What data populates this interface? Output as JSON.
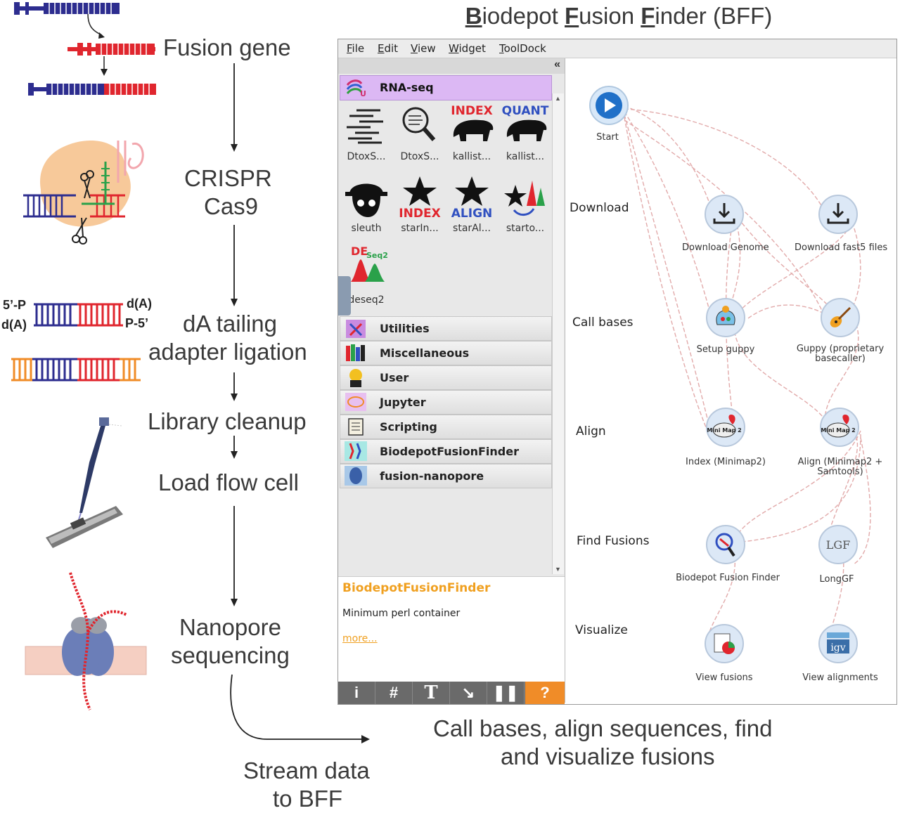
{
  "left_steps": {
    "fusion_gene": "Fusion gene",
    "crispr_1": "CRISPR",
    "crispr_2": "Cas9",
    "da_1": "dA tailing",
    "da_2": "adapter ligation",
    "cleanup": "Library cleanup",
    "flowcell": "Load flow cell",
    "nanopore_1": "Nanopore",
    "nanopore_2": "sequencing",
    "stream_1": "Stream data",
    "stream_2": "to BFF"
  },
  "dna_labels": {
    "p5_top": "5’-P",
    "da_right_top": "d(A)",
    "da_left": "d(A)",
    "p5_bottom": "P-5’"
  },
  "bff": {
    "title_parts": [
      "B",
      "iodepot ",
      "F",
      "usion ",
      "F",
      "inder (BFF)"
    ],
    "menu": [
      "File",
      "Edit",
      "View",
      "Widget",
      "ToolDock"
    ],
    "collapse_icon": "«",
    "rna_category": "RNA-seq",
    "widgets": [
      {
        "label": "DtoxS...",
        "icon": "lines-icon"
      },
      {
        "label": "DtoxS...",
        "icon": "magnifier-icon"
      },
      {
        "label": "kallist...",
        "icon": "bear-index-icon",
        "badge": "INDEX"
      },
      {
        "label": "kallist...",
        "icon": "bear-quant-icon",
        "badge": "QUANT"
      },
      {
        "label": "sleuth",
        "icon": "sleuth-icon"
      },
      {
        "label": "starIn...",
        "icon": "star-index-icon",
        "badge": "INDEX"
      },
      {
        "label": "starAl...",
        "icon": "star-align-icon",
        "badge": "ALIGN"
      },
      {
        "label": "starto...",
        "icon": "star-peaks-icon"
      },
      {
        "label": "deseq2",
        "icon": "deseq2-icon",
        "badge": "DE",
        "badge2": "Seq2"
      }
    ],
    "categories": [
      "Utilities",
      "Miscellaneous",
      "User",
      "Jupyter",
      "Scripting",
      "BiodepotFusionFinder",
      "fusion-nanopore"
    ],
    "description": {
      "title": "BiodepotFusionFinder",
      "text": "Minimum perl container",
      "more": "more..."
    },
    "toolbar": [
      "i",
      "#",
      "T",
      "↘",
      "❚❚",
      "?"
    ],
    "rows": [
      "Download",
      "Call bases",
      "Align",
      "Find Fusions",
      "Visualize"
    ],
    "nodes": {
      "start": "Start",
      "dl_genome": "Download Genome",
      "dl_fast5": "Download fast5 files",
      "setup_guppy": "Setup guppy",
      "guppy_1": "Guppy (proprietary",
      "guppy_2": "basecaller)",
      "index": "Index (Minimap2)",
      "align_1": "Align (Minimap2 +",
      "align_2": "Samtools)",
      "bff": "Biodepot Fusion Finder",
      "longgf": "LongGF",
      "longgf_icon": "LGF",
      "view_fusions": "View fusions",
      "view_alignments": "View alignments",
      "igv_icon": "igv",
      "minimap_icon": "Mini Map 2"
    }
  },
  "bottom_caption": {
    "line1": "Call bases, align sequences, find",
    "line2": "and visualize fusions"
  },
  "colors": {
    "blue": "#2d2d8f",
    "red": "#e0262e",
    "orange": "#f08c28",
    "lilac": "#dcb8f4",
    "link": "#f0a020"
  }
}
